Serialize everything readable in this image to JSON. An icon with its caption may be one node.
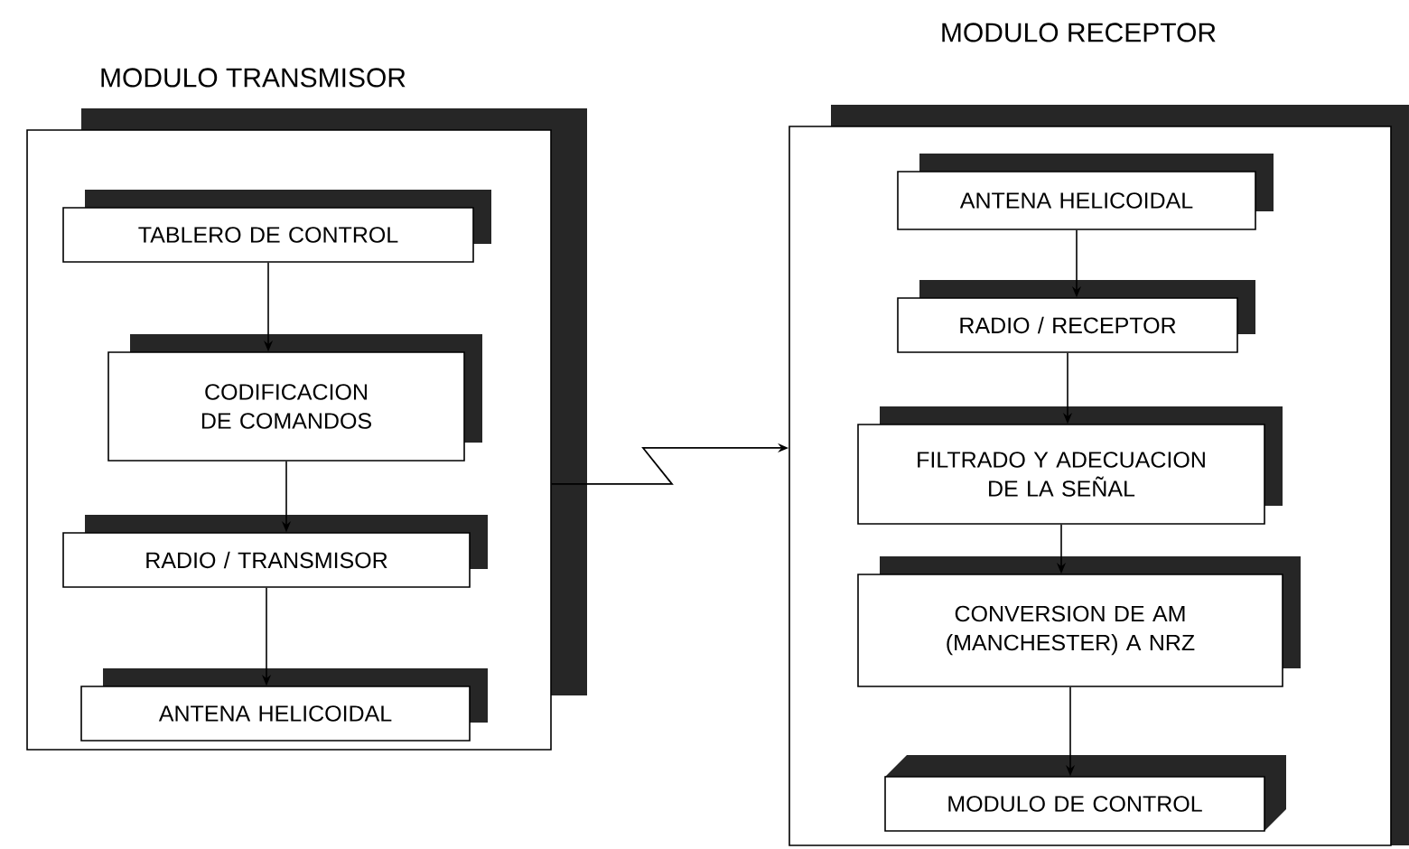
{
  "diagram": {
    "nodes": [
      {
        "text": [
          "MODULO TRANSMISOR"
        ]
      },
      {
        "text": [
          "TABLERO DE CONTROL"
        ],
        "in": 0
      },
      {
        "text": [
          "CODIFICACION DE COMANDOS"
        ],
        "in": 0
      },
      {
        "text": [
          "RADIO / TRANSMISOR"
        ],
        "in": 0
      },
      {
        "text": [
          "ANTENA HELICOIDAL"
        ],
        "in": 0
      },
      {
        "text": [
          "MODULO RECEPTOR"
        ]
      },
      {
        "text": [
          "ANTENA HELICOIDAL"
        ],
        "in": 5
      },
      {
        "text": [
          "RADIO / RECEPTOR"
        ],
        "in": 5
      },
      {
        "text": [
          "FILTRADO Y ADECUACION DE LA SEÑAL"
        ],
        "in": 5
      },
      {
        "text": [
          "CONVERSION DE AM (MANCHESTER) A NRZ"
        ],
        "in": 5
      },
      {
        "text": [
          "MODULO DE CONTROL"
        ],
        "in": 5
      }
    ],
    "edges": [
      {
        "from": 1,
        "to": 2,
        "arrow": "to"
      },
      {
        "from": 2,
        "to": 3,
        "arrow": "to"
      },
      {
        "from": 3,
        "to": 4,
        "arrow": "to"
      },
      {
        "from": 0,
        "to": 5,
        "arrow": "to"
      },
      {
        "from": 6,
        "to": 7,
        "arrow": "to"
      },
      {
        "from": 7,
        "to": 8,
        "arrow": "to"
      },
      {
        "from": 8,
        "to": 9,
        "arrow": "to"
      },
      {
        "from": 9,
        "to": 10,
        "arrow": "to"
      }
    ]
  }
}
